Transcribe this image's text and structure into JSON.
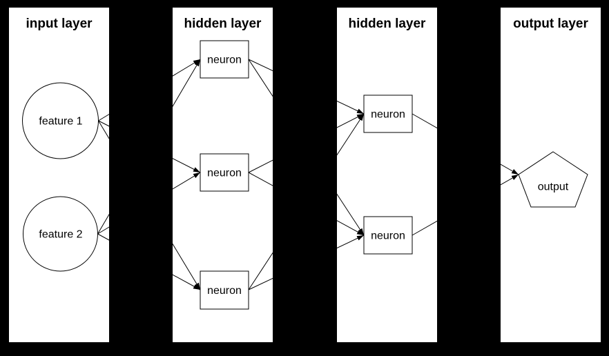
{
  "diagram": {
    "type": "neural-network-diagram",
    "colors": {
      "background": "#000000",
      "panel_fill": "#ffffff",
      "line": "#000000",
      "text": "#000000"
    },
    "layers": [
      {
        "title": "input layer",
        "nodes": [
          {
            "label": "feature 1",
            "shape": "circle"
          },
          {
            "label": "feature 2",
            "shape": "circle"
          }
        ]
      },
      {
        "title": "hidden layer",
        "nodes": [
          {
            "label": "neuron",
            "shape": "box"
          },
          {
            "label": "neuron",
            "shape": "box"
          },
          {
            "label": "neuron",
            "shape": "box"
          }
        ]
      },
      {
        "title": "hidden layer",
        "nodes": [
          {
            "label": "neuron",
            "shape": "box"
          },
          {
            "label": "neuron",
            "shape": "box"
          }
        ]
      },
      {
        "title": "output layer",
        "nodes": [
          {
            "label": "output",
            "shape": "pentagon"
          }
        ]
      }
    ],
    "edges": [
      {
        "from": "layers.0.nodes.0",
        "to": "layers.1.nodes.0"
      },
      {
        "from": "layers.0.nodes.0",
        "to": "layers.1.nodes.1"
      },
      {
        "from": "layers.0.nodes.0",
        "to": "layers.1.nodes.2"
      },
      {
        "from": "layers.0.nodes.1",
        "to": "layers.1.nodes.0"
      },
      {
        "from": "layers.0.nodes.1",
        "to": "layers.1.nodes.1"
      },
      {
        "from": "layers.0.nodes.1",
        "to": "layers.1.nodes.2"
      },
      {
        "from": "layers.1.nodes.0",
        "to": "layers.2.nodes.0"
      },
      {
        "from": "layers.1.nodes.0",
        "to": "layers.2.nodes.1"
      },
      {
        "from": "layers.1.nodes.1",
        "to": "layers.2.nodes.0"
      },
      {
        "from": "layers.1.nodes.1",
        "to": "layers.2.nodes.1"
      },
      {
        "from": "layers.1.nodes.2",
        "to": "layers.2.nodes.0"
      },
      {
        "from": "layers.1.nodes.2",
        "to": "layers.2.nodes.1"
      },
      {
        "from": "layers.2.nodes.0",
        "to": "layers.3.nodes.0"
      },
      {
        "from": "layers.2.nodes.1",
        "to": "layers.3.nodes.0"
      }
    ]
  }
}
